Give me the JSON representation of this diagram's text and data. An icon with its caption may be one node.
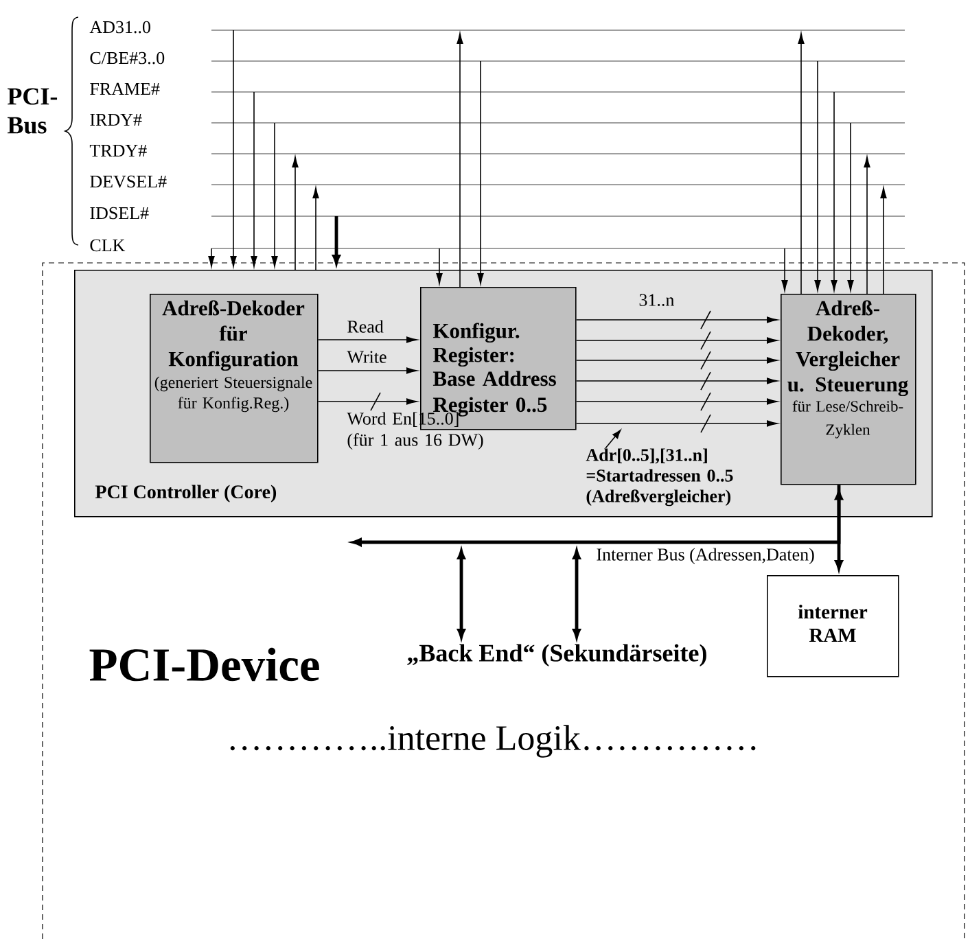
{
  "diagram": {
    "nodes": [
      {
        "text": [
          "PCI-Device",
          "…………..interne Logik……………"
        ]
      },
      {
        "text": [
          "PCI Controller (Core)"
        ],
        "in": 0
      },
      {
        "text": [
          "Adreß-Dekoder für Konfiguration",
          "(generiert Steuersignale für Konfig.Reg.)"
        ],
        "in": 1
      },
      {
        "text": [
          "Konfigur. Register:",
          "Base Address Register 0..5"
        ],
        "in": 1
      },
      {
        "text": [
          "Adreß-Dekoder, Vergleicher u. Steuerung",
          "für Lese/Schreib-Zyklen"
        ],
        "in": 1
      },
      {
        "text": [
          "interner RAM"
        ],
        "in": 0
      },
      {
        "text": [
          "„Back End“ (Sekundärseite)"
        ],
        "in": 0
      },
      {
        "text": [
          "Adr[0..5],[31..n] =Startadressen 0..5 (Adreßvergleicher)"
        ],
        "in": 1
      }
    ],
    "edges": [
      {
        "from": null,
        "to": 1,
        "arrow": "to"
      },
      {
        "from": null,
        "to": 1,
        "arrow": "to"
      },
      {
        "from": null,
        "to": 1,
        "arrow": "to"
      },
      {
        "from": null,
        "to": 1,
        "arrow": "to"
      },
      {
        "from": 1,
        "to": null,
        "arrow": "to"
      },
      {
        "from": 1,
        "to": null,
        "arrow": "to"
      },
      {
        "from": null,
        "to": 1,
        "arrow": "to",
        "style": "thick"
      },
      {
        "from": null,
        "to": 3,
        "arrow": "to"
      },
      {
        "from": 3,
        "to": null,
        "arrow": "to"
      },
      {
        "from": null,
        "to": 3,
        "arrow": "to"
      },
      {
        "from": null,
        "to": 4,
        "arrow": "to"
      },
      {
        "from": 4,
        "to": null,
        "arrow": "to"
      },
      {
        "from": null,
        "to": 4,
        "arrow": "to"
      },
      {
        "from": null,
        "to": 4,
        "arrow": "to"
      },
      {
        "from": null,
        "to": 4,
        "arrow": "to"
      },
      {
        "from": 4,
        "to": null,
        "arrow": "to"
      },
      {
        "from": 4,
        "to": null,
        "arrow": "to"
      },
      {
        "from": 2,
        "to": 3,
        "arrow": "to",
        "label": "Read"
      },
      {
        "from": 2,
        "to": 3,
        "arrow": "to",
        "label": "Write"
      },
      {
        "from": 2,
        "to": 3,
        "arrow": "to",
        "label": "Word En[15..0] (für 1 aus 16 DW)"
      },
      {
        "from": 3,
        "to": 4,
        "arrow": "to",
        "label": "31..n"
      },
      {
        "from": 3,
        "to": 4,
        "arrow": "to"
      },
      {
        "from": 3,
        "to": 4,
        "arrow": "to"
      },
      {
        "from": 3,
        "to": 4,
        "arrow": "to"
      },
      {
        "from": 3,
        "to": 4,
        "arrow": "to"
      },
      {
        "from": 3,
        "to": 4,
        "arrow": "to"
      },
      {
        "from": 4,
        "to": 5,
        "arrow": "both",
        "style": "thick"
      },
      {
        "from": 4,
        "to": null,
        "arrow": "to",
        "style": "thick",
        "label": "Interner Bus (Adressen,Daten)"
      },
      {
        "from": null,
        "to": 6,
        "arrow": "both",
        "style": "thick"
      },
      {
        "from": null,
        "to": 6,
        "arrow": "both",
        "style": "thick"
      },
      {
        "from": 7,
        "to": null,
        "arrow": "to"
      }
    ],
    "labels": [
      "PCI-Bus",
      "AD31..0",
      "C/BE#3..0",
      "FRAME#",
      "IRDY#",
      "TRDY#",
      "DEVSEL#",
      "IDSEL#",
      "CLK"
    ]
  }
}
